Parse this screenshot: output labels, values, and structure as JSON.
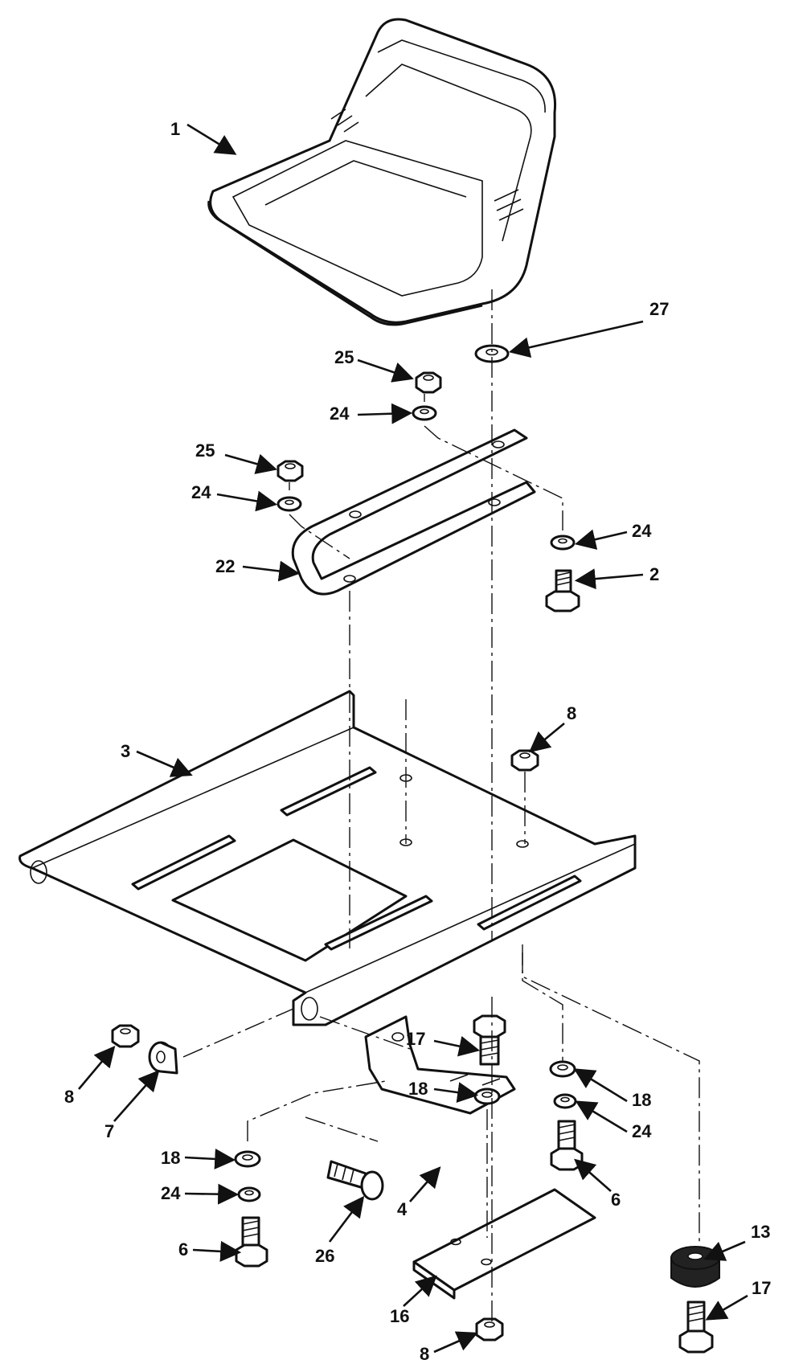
{
  "callouts": {
    "c1": "1",
    "c27": "27",
    "c25a": "25",
    "c24a": "24",
    "c25b": "25",
    "c24b": "24",
    "c24c": "24",
    "c22": "22",
    "c2": "2",
    "c8a": "8",
    "c3": "3",
    "c17a": "17",
    "c18a": "18",
    "c18b": "18",
    "c24d": "24",
    "c8b": "8",
    "c7": "7",
    "c6a": "6",
    "c18c": "18",
    "c24e": "24",
    "c26": "26",
    "c4": "4",
    "c6b": "6",
    "c13": "13",
    "c16": "16",
    "c17b": "17",
    "c8c": "8"
  },
  "colors": {
    "ink": "#111111",
    "paper": "#ffffff"
  }
}
